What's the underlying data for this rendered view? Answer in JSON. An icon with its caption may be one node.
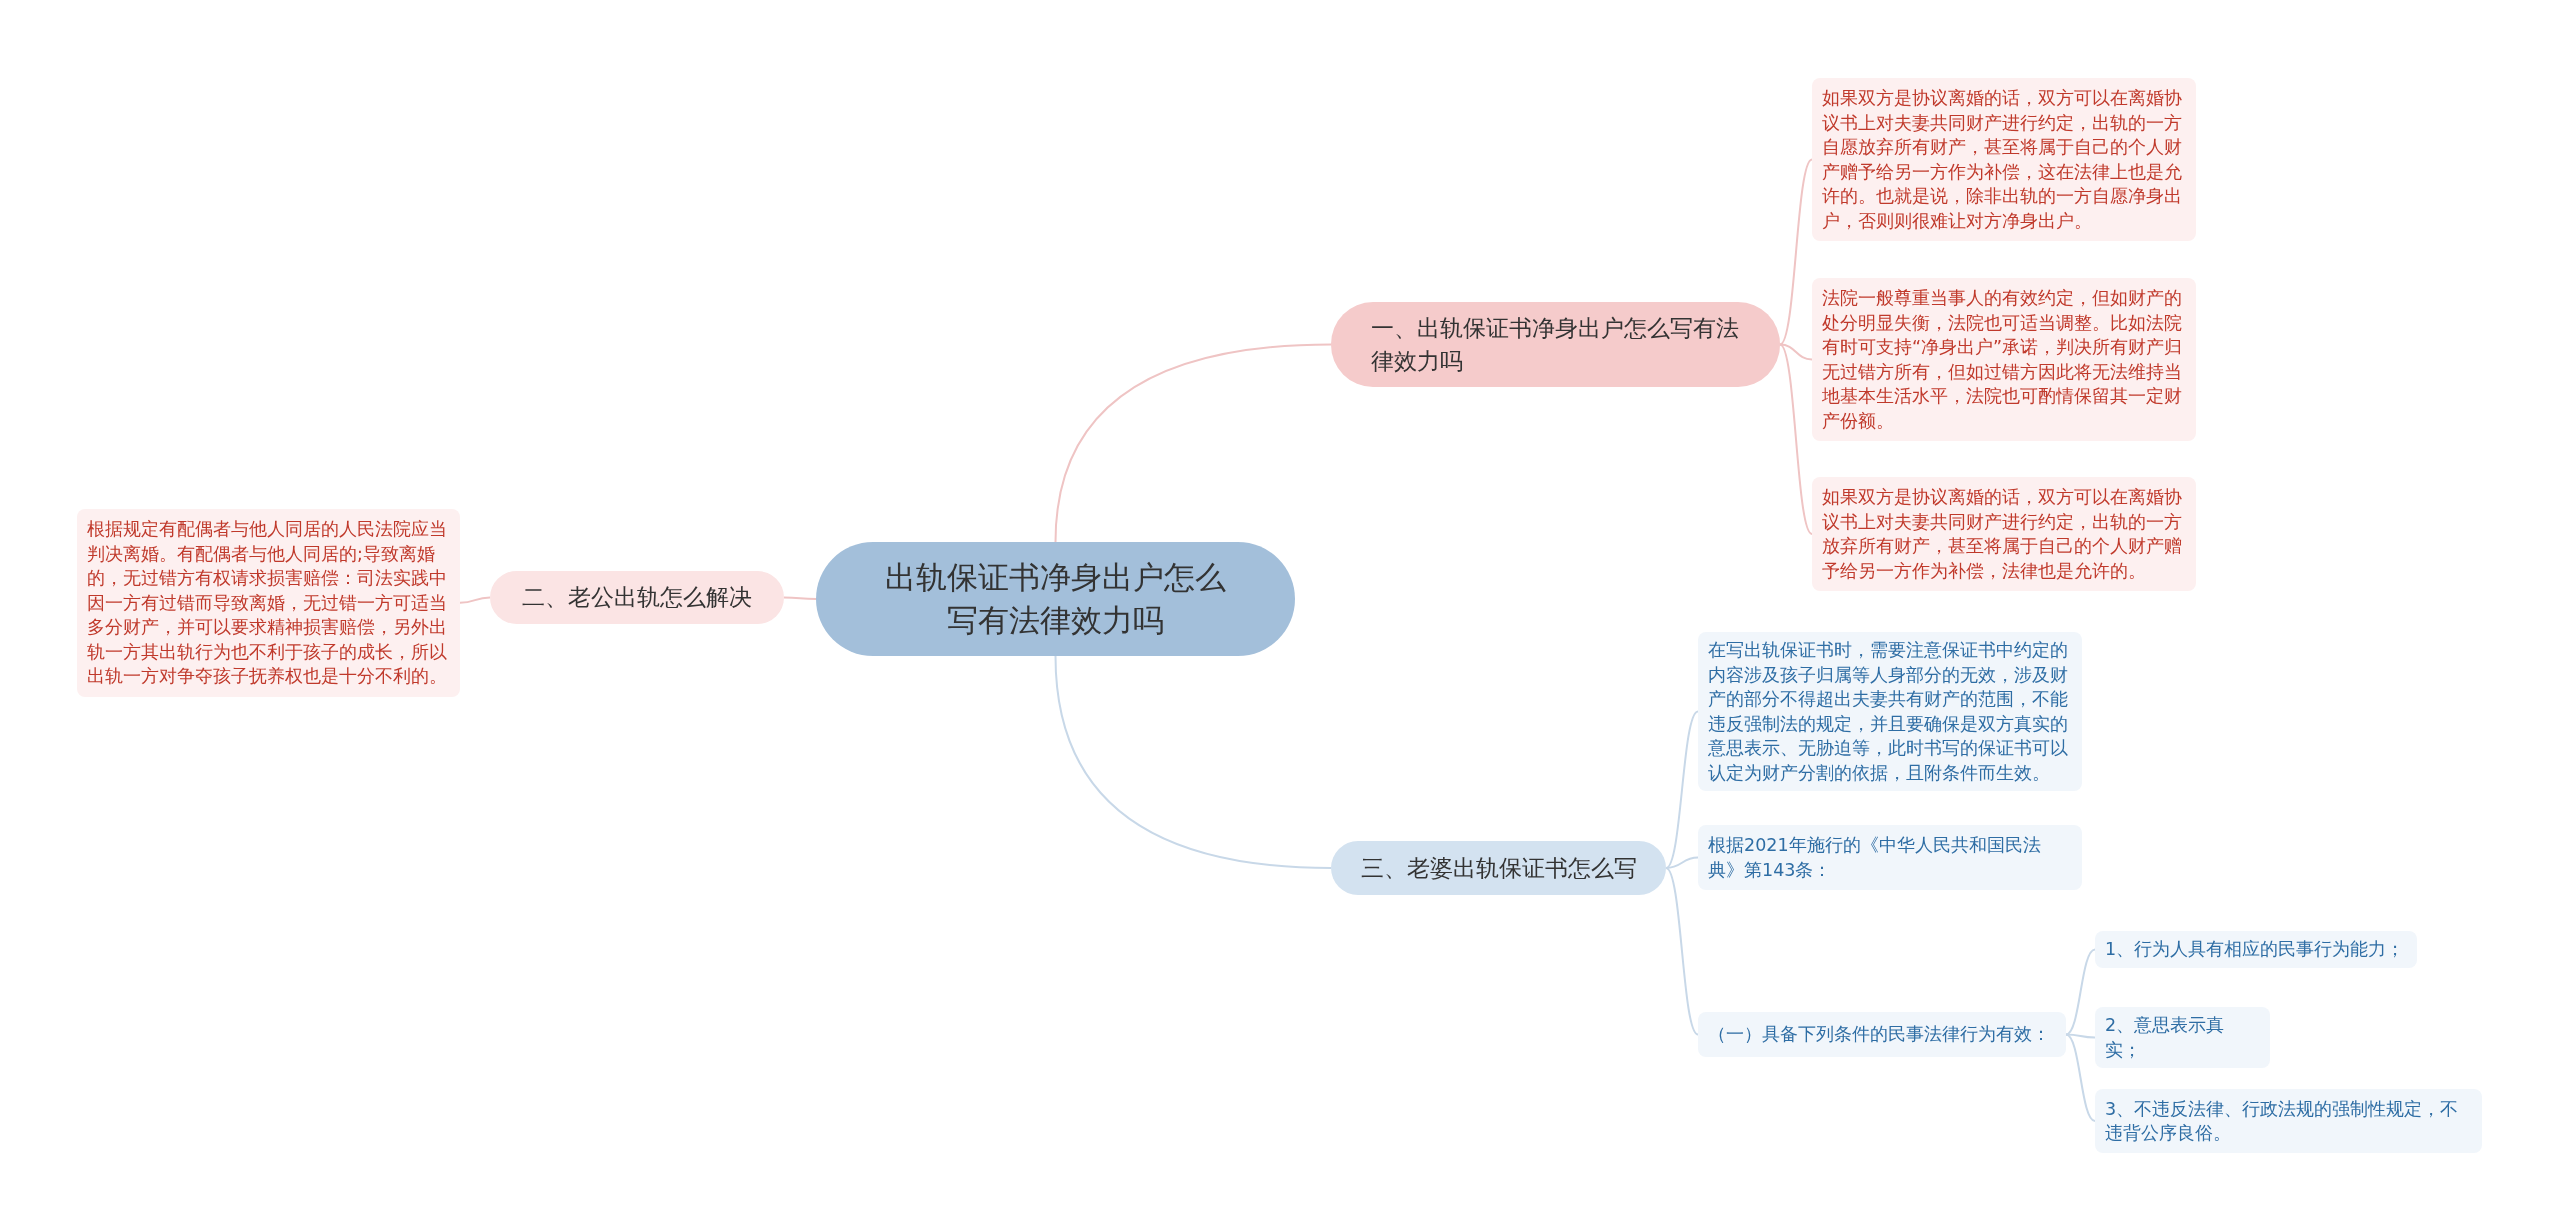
{
  "diagram": {
    "nodes": [
      {
        "text": [
          "出轨保证书净身出户怎么写有法律效力吗"
        ]
      },
      {
        "text": [
          "一、出轨保证书净身出户怎么写有法律效力吗"
        ]
      },
      {
        "text": [
          "如果双方是协议离婚的话，双方可以在离婚协议书上对夫妻共同财产进行约定，出轨的一方自愿放弃所有财产，甚至将属于自己的个人财产赠予给另一方作为补偿，这在法律上也是允许的。也就是说，除非出轨的一方自愿净身出户，否则则很难让对方净身出户。"
        ]
      },
      {
        "text": [
          "法院一般尊重当事人的有效约定，但如财产的处分明显失衡，法院也可适当调整。比如法院有时可支持“净身出户”承诺，判决所有财产归无过错方所有，但如过错方因此将无法维持当地基本生活水平，法院也可酌情保留其一定财产份额。"
        ]
      },
      {
        "text": [
          "如果双方是协议离婚的话，双方可以在离婚协议书上对夫妻共同财产进行约定，出轨的一方放弃所有财产，甚至将属于自己的个人财产赠予给另一方作为补偿，法律也是允许的。"
        ]
      },
      {
        "text": [
          "二、老公出轨怎么解决"
        ]
      },
      {
        "text": [
          "根据规定有配偶者与他人同居的人民法院应当判决离婚。有配偶者与他人同居的;导致离婚的，无过错方有权请求损害赔偿：司法实践中因一方有过错而导致离婚，无过错一方可适当多分财产，并可以要求精神损害赔偿，另外出轨一方其出轨行为也不利于孩子的成长，所以出轨一方对争夺孩子抚养权也是十分不利的。"
        ]
      },
      {
        "text": [
          "三、老婆出轨保证书怎么写"
        ]
      },
      {
        "text": [
          "在写出轨保证书时，需要注意保证书中约定的内容涉及孩子归属等人身部分的无效，涉及财产的部分不得超出夫妻共有财产的范围，不能违反强制法的规定，并且要确保是双方真实的意思表示、无胁迫等，此时书写的保证书可以认定为财产分割的依据，且附条件而生效。"
        ]
      },
      {
        "text": [
          "根据2021年施行的《中华人民共和国民法典》第143条："
        ]
      },
      {
        "text": [
          "（一）具备下列条件的民事法律行为有效："
        ]
      },
      {
        "text": [
          "1、行为人具有相应的民事行为能力；"
        ]
      },
      {
        "text": [
          "2、意思表示真实；"
        ]
      },
      {
        "text": [
          "3、不违反法律、行政法规的强制性规定，不违背公序良俗。"
        ]
      }
    ],
    "edges": [
      {
        "from": 0,
        "to": 1,
        "arrow": "none",
        "color": "#efc4c4"
      },
      {
        "from": 1,
        "to": 2,
        "arrow": "none",
        "color": "#efc4c4"
      },
      {
        "from": 1,
        "to": 3,
        "arrow": "none",
        "color": "#efc4c4"
      },
      {
        "from": 1,
        "to": 4,
        "arrow": "none",
        "color": "#efc4c4"
      },
      {
        "from": 0,
        "to": 5,
        "arrow": "none",
        "color": "#efc4c4"
      },
      {
        "from": 5,
        "to": 6,
        "arrow": "none",
        "color": "#efc4c4"
      },
      {
        "from": 0,
        "to": 7,
        "arrow": "none"
      },
      {
        "from": 7,
        "to": 8,
        "arrow": "none"
      },
      {
        "from": 7,
        "to": 9,
        "arrow": "none"
      },
      {
        "from": 7,
        "to": 10,
        "arrow": "none"
      },
      {
        "from": 10,
        "to": 11,
        "arrow": "none"
      },
      {
        "from": 10,
        "to": 12,
        "arrow": "none"
      },
      {
        "from": 10,
        "to": 13,
        "arrow": "none"
      }
    ]
  }
}
